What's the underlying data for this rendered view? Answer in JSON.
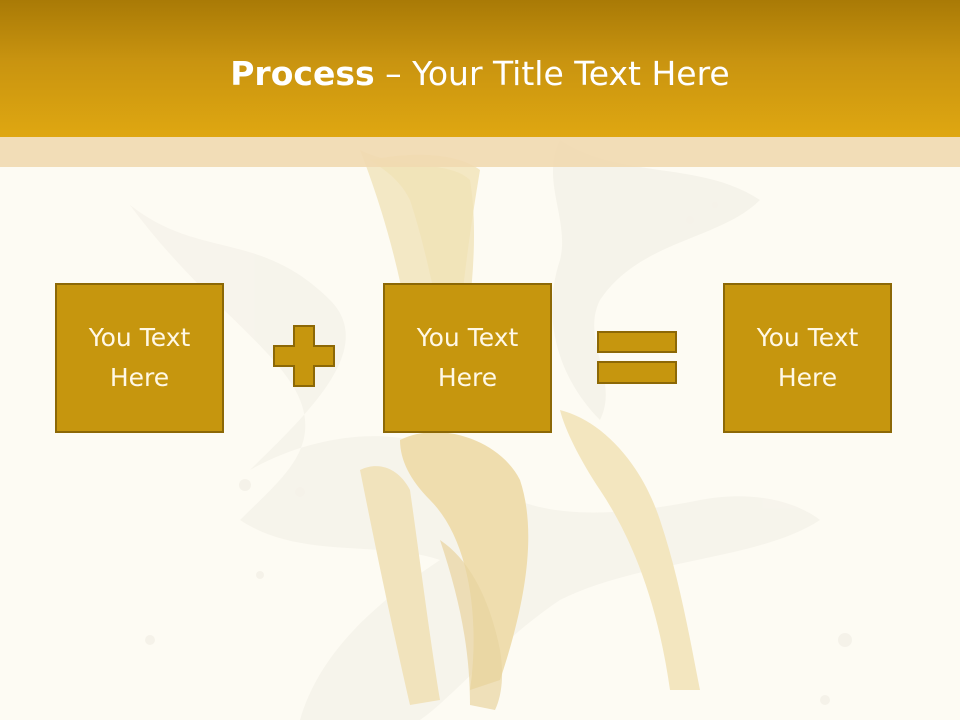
{
  "header": {
    "title_bold": "Process",
    "title_rest": " – Your Title Text Here"
  },
  "process": {
    "boxes": [
      {
        "line1": "You Text",
        "line2": "Here"
      },
      {
        "line1": "You Text",
        "line2": "Here"
      },
      {
        "line1": "You Text",
        "line2": "Here"
      }
    ],
    "operators": [
      "plus-icon",
      "equals-icon"
    ]
  },
  "colors": {
    "header": "#c99410",
    "box_fill": "#c6960e",
    "box_border": "#8c6806",
    "background": "#fdfbf3"
  }
}
